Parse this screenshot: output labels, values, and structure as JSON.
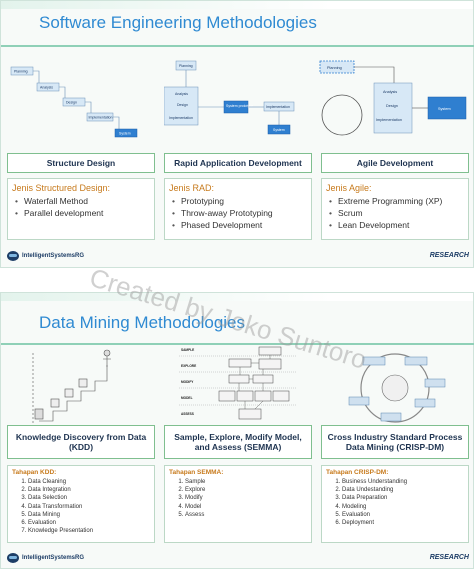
{
  "slide1": {
    "title": "Software Engineering Methodologies",
    "columns": [
      {
        "header": "Structure Design",
        "jenis_label": "Jenis Structured Design:",
        "items": [
          "Waterfall Method",
          "Parallel development"
        ],
        "diagram_labels": [
          "Planning",
          "Analysis",
          "Design",
          "Implementation",
          "System"
        ]
      },
      {
        "header": "Rapid Application Development",
        "jenis_label": "Jenis RAD:",
        "items": [
          "Prototyping",
          "Throw-away Prototyping",
          "Phased Development"
        ],
        "diagram_labels": [
          "Planning",
          "Analysis",
          "Design",
          "Implementation",
          "System prototype",
          "Implementation",
          "System"
        ]
      },
      {
        "header": "Agile Development",
        "jenis_label": "Jenis Agile:",
        "items": [
          "Extreme Programming (XP)",
          "Scrum",
          "Lean Development"
        ],
        "diagram_labels": [
          "Planning",
          "Analysis",
          "Design",
          "Implementation",
          "System"
        ]
      }
    ],
    "logo_text": "IntelligentSystemsRG",
    "research_label": "RESEARCH"
  },
  "watermark": "Created by Joko Suntoro",
  "slide2": {
    "title": "Data Mining Methodologies",
    "columns": [
      {
        "header": "Knowledge Discovery from Data (KDD)",
        "tahapan_label": "Tahapan KDD:",
        "items": [
          "Data Cleaning",
          "Data Integration",
          "Data Selection",
          "Data Transformation",
          "Data Mining",
          "Evaluation",
          "Knowledge Presentation"
        ]
      },
      {
        "header": "Sample, Explore, Modify Model, and Assess (SEMMA)",
        "tahapan_label": "Tahapan SEMMA:",
        "items": [
          "Sample",
          "Explore",
          "Modify",
          "Model",
          "Assess"
        ],
        "diagram_stages": [
          "SAMPLE",
          "EXPLORE",
          "MODIFY",
          "MODEL",
          "ASSESS"
        ]
      },
      {
        "header": "Cross Industry Standard Process Data Mining (CRISP-DM)",
        "tahapan_label": "Tahapan CRISP-DM:",
        "items": [
          "Business Understanding",
          "Data Undestanding",
          "Data Preparation",
          "Modeling",
          "Evaluation",
          "Deployment"
        ]
      }
    ],
    "logo_text": "IntelligentSystemsRG",
    "research_label": "RESEARCH"
  }
}
